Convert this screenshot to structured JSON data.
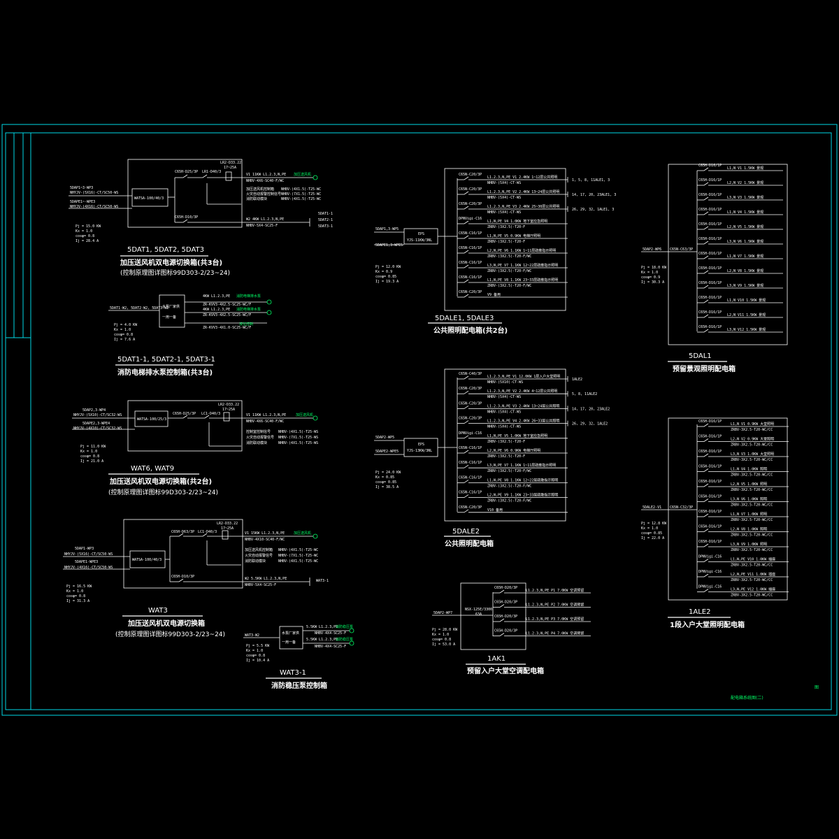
{
  "colors": {
    "background": "#000000",
    "frame": "#00d8e6",
    "lines": "#ffffff",
    "accent": "#00ff66"
  },
  "sheet_title": "配电箱系统图(二)",
  "panels": {
    "p1": {
      "label": "5DAT1, 5DAT2, 5DAT3",
      "caption": "加压送风机双电源切换箱(共3台)",
      "sub": "(控制原理图详图标99D303-2/23~24)",
      "switch": "WATSA-100/40/3",
      "in1": "5DAP1~3-WP3",
      "in1b": "NHYJV-(5X16)-CT/SC50-WS",
      "in2": "5DAPE1~-WPE3",
      "in2b": "NHYJV-(4X16)-CT/SC50-WS",
      "stats": [
        "Pj = 15.0 KW",
        "Kx = 1.0",
        "cosφ= 0.8",
        "Ij = 28.4 A"
      ],
      "brk1": "C65H-D25/3P",
      "ct": "LR1-D40/3",
      "cont": "LR2-D33.22",
      "cont2": "17~25A",
      "o1a": "V1   11KW   L1.2.3,N,PE",
      "o1b": "NHBV-4X6-SC40-F/WC",
      "o1c": "加压送风机",
      "ctrl": [
        "加压送风机控制箱",
        "火灾自动报警控制信号",
        "消防联动模块"
      ],
      "ctrlc": [
        "NHBV-(4X1.5)-T25-WC",
        "NHBV-(7X1.5)-T25-WC",
        "NHBV-(4X1.5)-T25-WC"
      ],
      "brk2": "C65H-D10/3P",
      "o2a": "W2   4KW   L1.2.3,N,PE",
      "o2b": "NHBV-5X4-SC25-F",
      "o2dst": [
        "5DAT1-1",
        "5DAT2-1",
        "5DAT3-1"
      ]
    },
    "p2": {
      "label": "5DAT1-1, 5DAT2-1, 5DAT3-1",
      "caption": "消防电梯排水泵控制箱(共3台)",
      "in": "5DAT1-W2, 5DAT2-W2, 5DAT3-W2",
      "box1": "水泵厂家供",
      "box2": "一用一备",
      "stats": [
        "Pj = 4.0 KW",
        "Kx = 1.0",
        "cosφ= 0.8",
        "Ij = 7.6 A"
      ],
      "o1": "4KW   L1.2.3,PE",
      "o1b": "ZR-KVV3-4X2.5-SC25-WC/F",
      "o1c": "消防电梯排水泵",
      "o2": "4KW   L1.2.3,PE",
      "o2b": "ZR-KVV3-4X2.5-SC25-WC/F",
      "o2c": "消防电梯排水泵",
      "o3": "ZR-KVV3-4X1.0-SC25-WC/F",
      "o3c": "液位控制"
    },
    "p3": {
      "label": "WAT6, WAT9",
      "caption": "加压送风机双电源切换箱(共2台)",
      "sub": "(控制原理图详图标99D303-2/23~24)",
      "switch": "WATSA-100/25/3",
      "in1": "5DAP2,3-WP4",
      "in1b": "NHYJV-(5X10)-CT/SC32-WS",
      "in2": "5DAPE2,3-WPE4",
      "in2b": "NHYJV-(4X10)-CT/SC32-WS",
      "stats": [
        "Pj = 11.0 KW",
        "Kx = 1.0",
        "cosφ= 0.8",
        "Ij = 21.0 A"
      ],
      "brk1": "C65H-D25/3P",
      "ct": "LC1-D40/3",
      "cont": "LR2-D33.22",
      "cont2": "17~25A",
      "o1a": "V1   11KW   L1.2.3,N,PE",
      "o1b": "NHBV-4X6-SC40-F/WC",
      "o1c": "加压送风机",
      "ctrl": [
        "控制室控制信号",
        "火灾自动报警信号",
        "消防联动模块"
      ],
      "ctrlc": [
        "NHBV-(4X1.5)-T25-WS",
        "NHBV-(7X1.5)-T25-WS",
        "NHBV-(4X1.5)-T25-WS"
      ]
    },
    "p4": {
      "label": "WAT3",
      "caption": "加压送风机双电源切换箱",
      "sub": "(控制原理图详图标99D303-2/23~24)",
      "switch": "WATSA-100/40/3",
      "in1": "5DAP1-WP3",
      "in1b": "NHYJV-(5X16)-CT/SC50-WS",
      "in2": "5DAPE1-WPE3",
      "in2b": "NHYJV-(4X16)-CT/SC50-WS",
      "stats": [
        "Pj = 16.5 KW",
        "Kx = 1.0",
        "cosφ= 0.8",
        "Ij = 31.3 A"
      ],
      "brk1": "C65H-D63/3P",
      "ct": "LC1-D40/3",
      "cont": "LR2-D33.22",
      "cont2": "17~25A",
      "o1a": "V1   15KW   L1.2.3,N,PE",
      "o1b": "NHBV-4X10-SC40-F/WC",
      "o1c": "加压送风机",
      "ctrl": [
        "加压送风机控制箱",
        "火灾自动报警信号",
        "消防联动模块"
      ],
      "ctrlc": [
        "NHBV-(4X1.5)-T25-WC",
        "NHBV-(7X1.5)-T25-WC",
        "NHBV-(4X1.5)-T25-WC"
      ],
      "brk2": "C65H-D10/3P",
      "o2a": "W2   5.5KW   L1.2.3,N,PE",
      "o2b": "NHBV-5X4-SC25-F",
      "o2dst": "WAT3-1"
    },
    "p5": {
      "label": "WAT3-1",
      "caption": "消防稳压泵控制箱",
      "in": "WAT3-W2",
      "box1": "水泵厂家供",
      "box2": "一用一备",
      "stats": [
        "Pj = 5.5 KW",
        "Kx = 1.0",
        "cosφ= 0.8",
        "Ij = 10.4 A"
      ],
      "o1": "5.5KW   L1.2.3,PE",
      "o1b": "NHBV-4X4-SC25-F",
      "o1c": "消防稳压泵",
      "o2": "5.5KW   L1.2.3,PE",
      "o2b": "NHBV-4X4-SC25-F",
      "o2c": "消防稳压泵"
    },
    "p6": {
      "label": "5DALE1, 5DALE3",
      "caption": "公共照明配电箱(共2台)",
      "in1": "5DAP1,3-WP5",
      "in2": "5DAPE1,3-WPE5",
      "eps": "EPS",
      "eps2": "YJS-11KW/3NL",
      "stats": [
        "Pj = 12.0 KW",
        "Kx = 0.9",
        "cosφ= 0.85",
        "Ij = 19.3 A"
      ],
      "rows": [
        {
          "b": "C65N-C20/3P",
          "a": "L1.2.3,N,PE   V1   2.4KW   1~12层公共照明",
          "c": "NHBV-(5X4)-CT-WS",
          "d": "1, 5, 8, 11ALE1, 3"
        },
        {
          "b": "C65N-C20/3P",
          "a": "L1.2.3,N,PE   V2   2.4KW   13~24层公共照明",
          "c": "NHBV-(5X4)-CT-WS",
          "d": "14, 17, 20, 23ALE1, 3"
        },
        {
          "b": "C65N-C20/3P",
          "a": "L1.2.3,N,PE   V3   2.4KW   25~30层公共照明",
          "c": "NHBV-(5X4)-CT-WS",
          "d": "26, 29, 32, 1ALE1, 3"
        },
        {
          "b": "DPNVigi-C16",
          "a": "L1,N,PE   V4   1.0KW   地下室应急照明",
          "c": "ZRBV-(3X2.5)-T20-F",
          "d": ""
        },
        {
          "b": "C65N-C16/1P",
          "a": "L1,N,PE   V5   0.9KW   电梯厅照明",
          "c": "ZRBV-(3X2.5)-T20-F",
          "d": ""
        },
        {
          "b": "C65N-C16/1P",
          "a": "L2,N,PE   V6   1.1KW   1~11层疏散指示照明",
          "c": "ZRBV-(3X2.5)-T20-F/WC",
          "d": ""
        },
        {
          "b": "C65N-C16/1P",
          "a": "L3,N,PE   V7   1.1KW   12~22层疏散指示照明",
          "c": "ZRBV-(3X2.5)-T20-F/WC",
          "d": ""
        },
        {
          "b": "C65N-C16/1P",
          "a": "L1,N,PE   V8   1.1KW   23~33层疏散指示照明",
          "c": "ZRBV-(3X2.5)-T20-F/WC",
          "d": ""
        },
        {
          "b": "C65N-C20/3P",
          "a": "V9   备用",
          "c": "",
          "d": ""
        }
      ]
    },
    "p7": {
      "label": "5DALE2",
      "caption": "公共照明配电箱",
      "in1": "5DAP2-WP5",
      "in2": "5DAPE2-WPE5",
      "eps": "EPS",
      "eps2": "YJS-13KW/3NL",
      "stats": [
        "Pj = 24.0 KW",
        "Kx = 0.85",
        "cosφ= 0.85",
        "Ij = 38.5 A"
      ],
      "rows": [
        {
          "b": "C65N-C40/3P",
          "a": "L1.2.3,N,PE   V1   12.0KW   1层入户大堂照明",
          "c": "NHBV-(5X10)-CT-WS",
          "d": "1ALE2"
        },
        {
          "b": "C65N-C20/3P",
          "a": "L1.2.3,N,PE   V2   2.4KW   4~12层公共照明",
          "c": "NHBV-(5X4)-CT-WS",
          "d": "5, 8, 11ALE2"
        },
        {
          "b": "C65N-C20/3P",
          "a": "L1.2.3,N,PE   V3   2.4KW   13~24层公共照明",
          "c": "NHBV-(5X4)-CT-WS",
          "d": "14, 17, 20, 23ALE2"
        },
        {
          "b": "C65N-C20/3P",
          "a": "L1.2.3,N,PE   V4   2.4KW   26~33层公共照明",
          "c": "NHBV-(5X4)-CT-WS",
          "d": "26, 29, 32, 1ALE2"
        },
        {
          "b": "DPNVigi-C16",
          "a": "L1,N,PE   V5   1.0KW   地下室应急照明",
          "c": "ZRBV-(3X2.5)-T20-F",
          "d": ""
        },
        {
          "b": "C65N-C16/1P",
          "a": "L2,N,PE   V6   0.9KW   电梯厅照明",
          "c": "ZRBV-(3X2.5)-T20-F",
          "d": ""
        },
        {
          "b": "C65N-C16/1P",
          "a": "L3,N,PE   V7   1.1KW   1~11层疏散指示照明",
          "c": "ZRBV-(3X2.5)-T20-F/WC",
          "d": ""
        },
        {
          "b": "C65N-C16/1P",
          "a": "L1,N,PE   V8   1.1KW   12~22层疏散指示照明",
          "c": "ZRBV-(3X2.5)-T20-F/WC",
          "d": ""
        },
        {
          "b": "C65N-C16/1P",
          "a": "L2,N,PE   V9   1.1KW   23~33层疏散指示照明",
          "c": "ZRBV-(3X2.5)-T20-F/WC",
          "d": ""
        },
        {
          "b": "C65N-C20/3P",
          "a": "V10   备用",
          "c": "",
          "d": ""
        }
      ]
    },
    "p8": {
      "label": "5DAL1",
      "caption": "预留景观照明配电箱",
      "in": "5DAP2-WP6",
      "main": "C65N-C63/3P",
      "stats": [
        "Pj = 18.0 KW",
        "Kx = 1.0",
        "cosφ= 0.9",
        "Ij = 30.3 A"
      ],
      "rows": [
        {
          "b": "C65H-D16/1P",
          "a": "L1,N   V1   1.5KW   景观"
        },
        {
          "b": "C65H-D16/1P",
          "a": "L2,N   V2   1.5KW   景观"
        },
        {
          "b": "C65H-D16/1P",
          "a": "L3,N   V3   1.5KW   景观"
        },
        {
          "b": "C65H-D16/1P",
          "a": "L1,N   V4   1.5KW   景观"
        },
        {
          "b": "C65H-D16/1P",
          "a": "L2,N   V5   1.5KW   景观"
        },
        {
          "b": "C65H-D16/1P",
          "a": "L3,N   V6   1.5KW   景观"
        },
        {
          "b": "C65H-D16/1P",
          "a": "L1,N   V7   1.5KW   景观"
        },
        {
          "b": "C65H-D16/1P",
          "a": "L2,N   V8   1.5KW   景观"
        },
        {
          "b": "C65H-D16/1P",
          "a": "L3,N   V9   1.5KW   景观"
        },
        {
          "b": "C65H-D16/1P",
          "a": "L1,N   V10   1.5KW   景观"
        },
        {
          "b": "C65H-D16/1P",
          "a": "L2,N   V11   1.5KW   景观"
        },
        {
          "b": "C65H-D16/1P",
          "a": "L3,N   V12   1.5KW   景观"
        }
      ]
    },
    "p9": {
      "label": "1ALE2",
      "caption": "1段入户大堂照明配电箱",
      "in": "5DALE2-V1",
      "main": "C65N-C32/3P",
      "stats": [
        "Pj = 12.8 KW",
        "Kx = 1.0",
        "cosφ= 0.85",
        "Ij = 22.0 A"
      ],
      "rows": [
        {
          "b": "C65H-D16/1P",
          "a": "L1,N   V1   0.9KW   大堂照明",
          "c": "ZRBV-3X2.5-T20-WC/CC"
        },
        {
          "b": "C65H-D16/1P",
          "a": "L2,N   V2   0.9KW   大堂照明",
          "c": "ZRBV-3X2.5-T20-WC/CC"
        },
        {
          "b": "C65H-D16/1P",
          "a": "L3,N   V3   1.0KW   大堂照明",
          "c": "ZRBV-3X2.5-T20-WC/CC"
        },
        {
          "b": "C65H-D16/1P",
          "a": "L1,N   V4   1.0KW   照明",
          "c": "ZRBV-3X2.5-T20-WC/CC"
        },
        {
          "b": "C65H-D16/1P",
          "a": "L2,N   V5   1.0KW   照明",
          "c": "ZRBV-3X2.5-T20-WC/CC"
        },
        {
          "b": "C65H-D16/1P",
          "a": "L3,N   V6   1.0KW   照明",
          "c": "ZRBV-3X2.5-T20-WC/CC"
        },
        {
          "b": "C65H-D16/1P",
          "a": "L1,N   V7   1.0KW   照明",
          "c": "ZRBV-3X2.5-T20-WC/CC"
        },
        {
          "b": "C65H-D16/1P",
          "a": "L2,N   V8   1.0KW   照明",
          "c": "ZRBV-3X2.5-T20-WC/CC"
        },
        {
          "b": "C65H-D16/1P",
          "a": "L3,N   V9   1.0KW   照明",
          "c": "ZRBV-3X2.5-T20-WC/CC"
        },
        {
          "b": "DPNVigi-C16",
          "a": "L1,N,PE   V10   1.0KW   插座",
          "c": "ZRBV-3X2.5-T20-WC/CC"
        },
        {
          "b": "DPNVigi-C16",
          "a": "L2,N,PE   V11   1.0KW   插座",
          "c": "ZRBV-3X2.5-T20-WC/CC"
        },
        {
          "b": "DPNVigi-C16",
          "a": "L3,N,PE   V12   1.0KW   插座",
          "c": "ZRBV-3X2.5-T20-WC/CC"
        }
      ]
    },
    "p10": {
      "label": "1AK1",
      "caption": "预留入户大堂空调配电箱",
      "in": "5DAP2-WP7",
      "main": "NSX-125E/3300",
      "main2": "63A",
      "stats": [
        "Pj = 28.0 KW",
        "Kx = 1.0",
        "cosφ= 0.8",
        "Ij = 53.0 A"
      ],
      "rows": [
        {
          "b": "C65H-D20/3P",
          "a": "L1.2.3,N,PE   P1   7.0KW   空调预留"
        },
        {
          "b": "C65H-D20/3P",
          "a": "L1.2.3,N,PE   P2   7.0KW   空调预留"
        },
        {
          "b": "C65H-D20/3P",
          "a": "L1.2.3,N,PE   P3   7.0KW   空调预留"
        },
        {
          "b": "C65H-D20/3P",
          "a": "L1.2.3,N,PE   P4   7.0KW   空调预留"
        }
      ]
    }
  }
}
